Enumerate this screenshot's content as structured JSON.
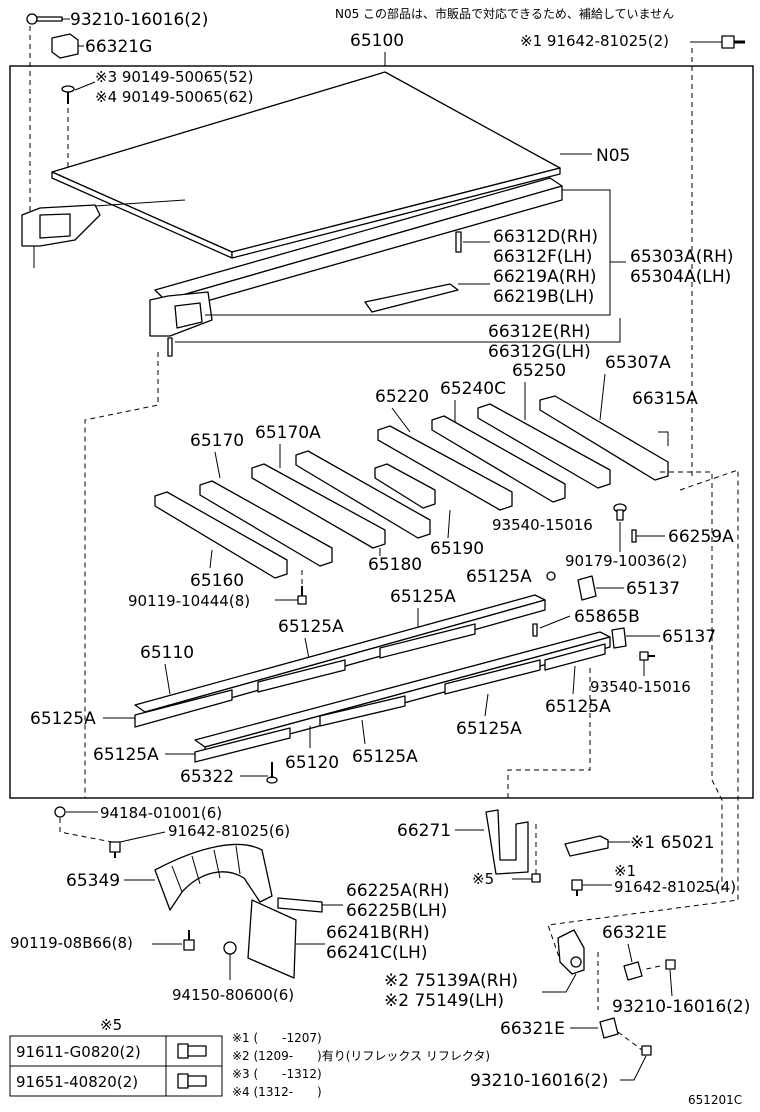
{
  "top_note": "N05  この部品は、市販品で対応できるため、補給していません",
  "group_label": "65100",
  "labels": {
    "p93210_16016_top": "93210-16016(2)",
    "p66321G": "66321G",
    "p91642_81025_top": "※1 91642-81025(2)",
    "p90149_a": "※3 90149-50065(52)",
    "p90149_b": "※4 90149-50065(62)",
    "pN05": "N05",
    "p66312D": "66312D(RH)",
    "p66312F": "66312F(LH)",
    "p65303A": "65303A(RH)",
    "p65304A": "65304A(LH)",
    "p66219A": "66219A(RH)",
    "p66219B": "66219B(LH)",
    "p66312E": "66312E(RH)",
    "p66312G": "66312G(LH)",
    "p65307A": "65307A",
    "p65250": "65250",
    "p65220": "65220",
    "p65240C": "65240C",
    "p66315A": "66315A",
    "p65170": "65170",
    "p65170A": "65170A",
    "p93540_a": "93540-15016",
    "p66259A": "66259A",
    "p65190": "65190",
    "p90179": "90179-10036(2)",
    "p65180": "65180",
    "p65160": "65160",
    "p65125A_1": "65125A",
    "p65137_a": "65137",
    "p90119_10444": "90119-10444(8)",
    "p65125A_2": "65125A",
    "p65865B": "65865B",
    "p65125A_3": "65125A",
    "p65137_b": "65137",
    "p65110": "65110",
    "p93540_b": "93540-15016",
    "p65125A_4": "65125A",
    "p65125A_5": "65125A",
    "p65125A_6": "65125A",
    "p65125A_7": "65125A",
    "p65125A_8": "65125A",
    "p65322": "65322",
    "p65120": "65120",
    "p94184": "94184-01001(6)",
    "p91642_81025_6": "91642-81025(6)",
    "p66271": "66271",
    "p65021": "※1 65021",
    "p65349": "65349",
    "p66225A": "66225A(RH)",
    "p66225B": "66225B(LH)",
    "p91642_81025_4": "91642-81025(4)",
    "p66241B": "66241B(RH)",
    "p66241C": "66241C(LH)",
    "p90119_08B66": "90119-08B66(8)",
    "p66321E_a": "66321E",
    "p94150": "94150-80600(6)",
    "p75139A": "※2 75139A(RH)",
    "p75149": "※2 75149(LH)",
    "p93210_16016_b": "93210-16016(2)",
    "p66321E_b": "66321E",
    "p93210_16016_c": "93210-16016(2)",
    "star1": "※1",
    "star5": "※5",
    "star1b": "※1"
  },
  "legend_table": {
    "title": "※5",
    "rows": [
      {
        "part": "91611-G0820(2)"
      },
      {
        "part": "91651-40820(2)"
      }
    ]
  },
  "footnotes": [
    "※1 (　　-1207)",
    "※2 (1209-　　)有り(リフレックス リフレクタ)",
    "※3 (　　-1312)",
    "※4 (1312-　　)"
  ],
  "diagram_id": "651201C"
}
